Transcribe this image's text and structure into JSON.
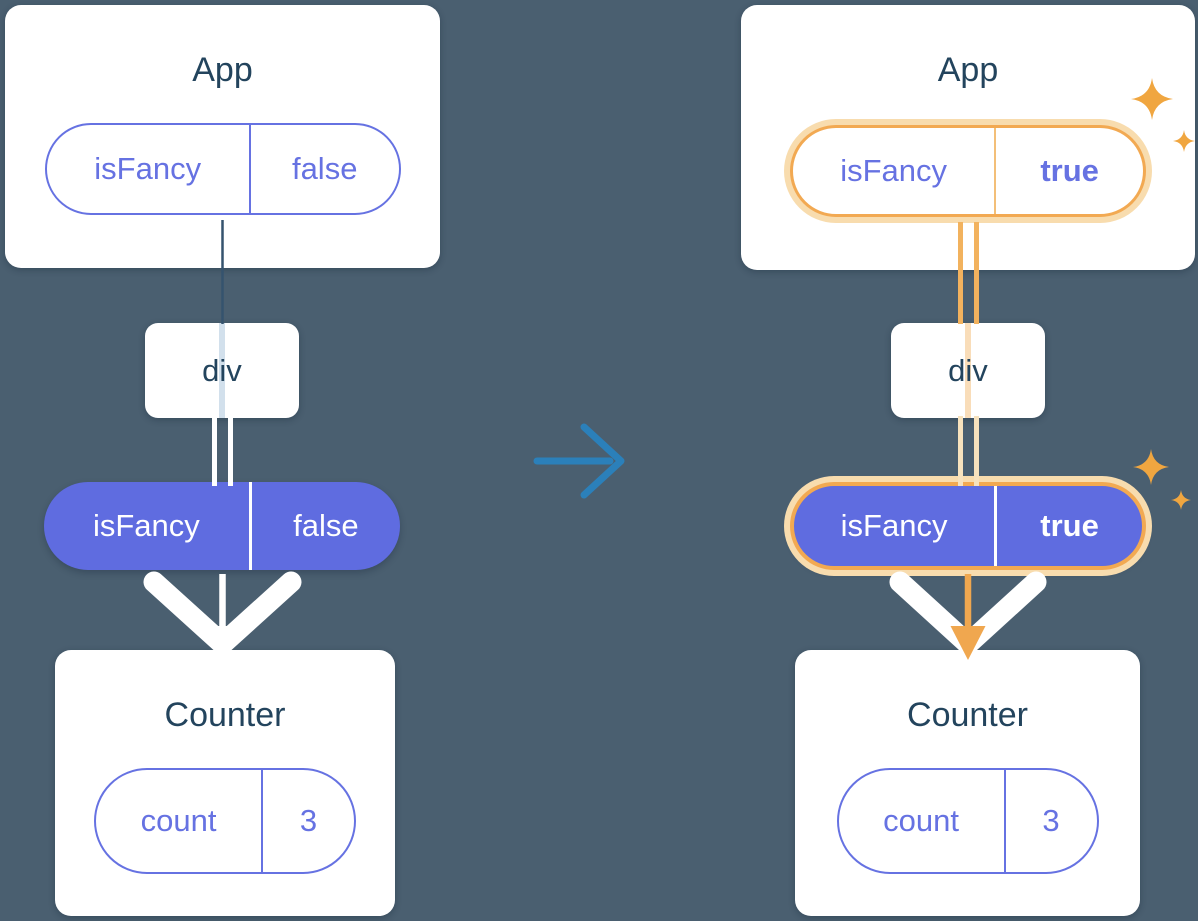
{
  "figure": {
    "before": {
      "app": {
        "title": "App",
        "state_key": "isFancy",
        "state_value": "false"
      },
      "middle_node": {
        "label": "div"
      },
      "prop_pill": {
        "key": "isFancy",
        "value": "false"
      },
      "counter": {
        "title": "Counter",
        "state_key": "count",
        "state_value": "3"
      }
    },
    "after": {
      "app": {
        "title": "App",
        "state_key": "isFancy",
        "state_value": "true"
      },
      "middle_node": {
        "label": "div"
      },
      "prop_pill": {
        "key": "isFancy",
        "value": "true"
      },
      "counter": {
        "title": "Counter",
        "state_key": "count",
        "state_value": "3"
      }
    }
  },
  "colors": {
    "background": "#4a5f70",
    "card": "#ffffff",
    "title_text": "#23445d",
    "purple_fill": "#5f6ce0",
    "purple_border": "#6672e2",
    "highlight_orange": "#f2a952",
    "highlight_glow": "#f8dcae",
    "connector_dark": "#35536e",
    "connector_orange": "#f2b25e",
    "connector_pale_orange": "#f7e2bd",
    "arrow_blue": "#2b80ba",
    "sparkle": "#f0a640",
    "white": "#ffffff"
  }
}
